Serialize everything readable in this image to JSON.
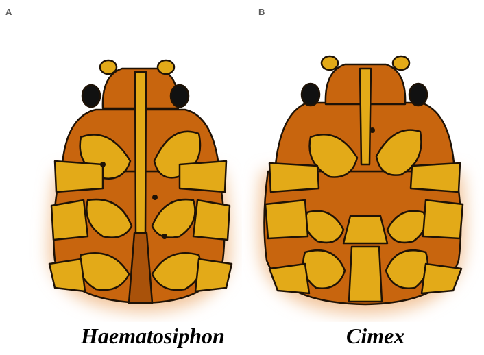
{
  "panels": [
    {
      "letter": "A",
      "name": "Haematosiphon"
    },
    {
      "letter": "B",
      "name": "Cimex"
    }
  ],
  "colors": {
    "body": "#c8650e",
    "body_dark": "#a9520a",
    "appendage": "#e3aa18",
    "outline": "#1e1206",
    "eye": "#111111",
    "glow": "#f2c49a"
  }
}
